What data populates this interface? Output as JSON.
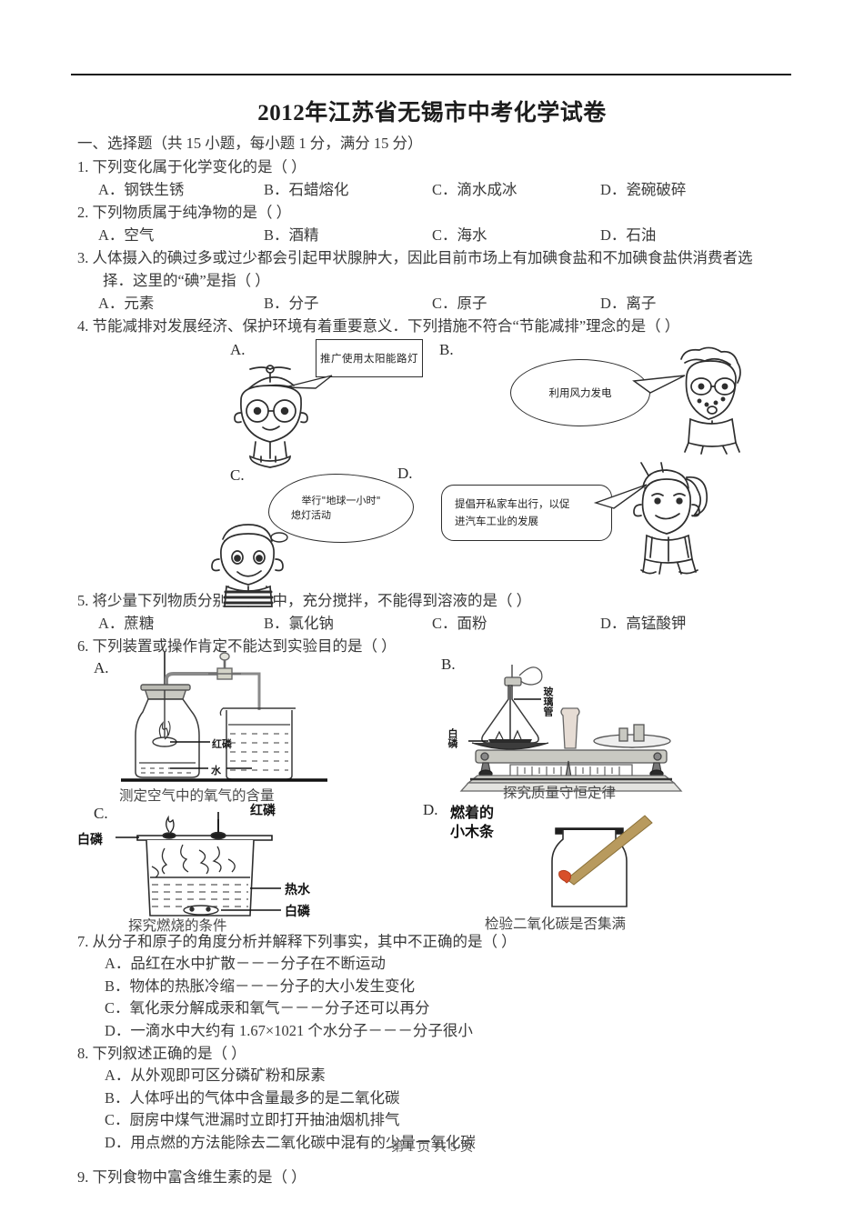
{
  "document": {
    "title": "2012年江苏省无锡市中考化学试卷",
    "footer": "第 1 页 共 5 页"
  },
  "section": {
    "heading": "一、选择题（共 15 小题，每小题 1 分，满分 15 分）"
  },
  "questions": [
    {
      "number": "1.",
      "stem": "下列变化属于化学变化的是（      ）",
      "options": [
        "A．钢铁生锈",
        "B．石蜡熔化",
        "C．滴水成冰",
        "D．瓷碗破碎"
      ]
    },
    {
      "number": "2.",
      "stem": "下列物质属于纯净物的是（      ）",
      "options": [
        "A．空气",
        "B．酒精",
        "C．海水",
        "D．石油"
      ]
    },
    {
      "number": "3.",
      "stem": "人体摄入的碘过多或过少都会引起甲状腺肿大，因此目前市场上有加碘食盐和不加碘食盐供消费者选",
      "stem2": "择．这里的“碘”是指（      ）",
      "options": [
        "A．元素",
        "B．分子",
        "C．原子",
        "D．离子"
      ]
    },
    {
      "number": "4.",
      "stem": "节能减排对发展经济、保护环境有着重要意义．下列措施不符合“节能减排”理念的是（      ）",
      "cartoons": {
        "a_label": "A.",
        "a_text": "推广使用太阳能路灯",
        "b_label": "B.",
        "b_text": "利用风力发电",
        "c_label": "C.",
        "c_text_line1": "举行\"地球一小时\"",
        "c_text_line2": "熄灯活动",
        "d_label": "D.",
        "d_text_line1": "提倡开私家车出行，以促",
        "d_text_line2": "进汽车工业的发展"
      }
    },
    {
      "number": "5.",
      "stem": "将少量下列物质分别放到水中，充分搅拌，不能得到溶液的是（      ）",
      "options": [
        "A．蔗糖",
        "B．氯化钠",
        "C．面粉",
        "D．高锰酸钾"
      ]
    },
    {
      "number": "6.",
      "stem": "下列装置或操作肯定不能达到实验目的是（      ）",
      "apparatus": {
        "a_label": "A.",
        "a_caption": "测定空气中的氧气的含量",
        "a_label_red_p": "红磷",
        "a_label_water": "水",
        "b_label": "B.",
        "b_caption": "探究质量守恒定律",
        "b_label_glass_tube": "玻璃管",
        "b_label_white_p": "白磷",
        "c_label": "C.",
        "c_caption": "探究燃烧的条件",
        "c_label_red_p": "红磷",
        "c_label_white_p_top": "白磷",
        "c_label_hot_water": "热水",
        "c_label_white_p_bottom": "白磷",
        "d_label": "D.",
        "d_caption": "检验二氧化碳是否集满",
        "d_label_line1": "燃着的",
        "d_label_line2": "小木条"
      }
    },
    {
      "number": "7.",
      "stem": "从分子和原子的角度分析并解释下列事实，其中不正确的是（      ）",
      "options": [
        "A．品红在水中扩散－－－分子在不断运动",
        "B．物体的热胀冷缩－－－分子的大小发生变化",
        "C．氧化汞分解成汞和氧气－－－分子还可以再分",
        "D．一滴水中大约有 1.67×1021 个水分子－－－分子很小"
      ]
    },
    {
      "number": "8.",
      "stem": "下列叙述正确的是（      ）",
      "options": [
        "A．从外观即可区分磷矿粉和尿素",
        "B．人体呼出的气体中含量最多的是二氧化碳",
        "C．厨房中煤气泄漏时立即打开抽油烟机排气",
        "D．用点燃的方法能除去二氧化碳中混有的少量一氧化碳"
      ]
    },
    {
      "number": "9.",
      "stem": "下列食物中富含维生素的是（       ）"
    }
  ],
  "colors": {
    "ink": "#3d3d3d",
    "rule": "#1a1a1a",
    "diagram_stroke": "#2e2e2e",
    "wood": "#b89a5e",
    "flame": "#d8502a"
  }
}
